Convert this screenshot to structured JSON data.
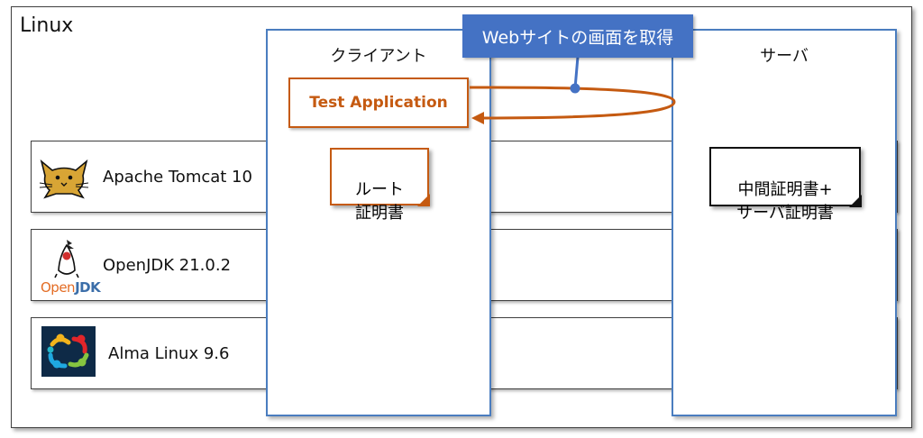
{
  "os": {
    "label": "Linux"
  },
  "layers": [
    {
      "name": "Apache Tomcat 10",
      "icon": "tomcat-cat-icon"
    },
    {
      "name": "OpenJDK 21.0.2",
      "icon": "openjdk-duke-icon",
      "logo_text_a": "Open",
      "logo_text_b": "JDK"
    },
    {
      "name": "Alma Linux 9.6",
      "icon": "almalinux-logo-icon"
    }
  ],
  "client": {
    "title": "クライアント",
    "app": "Test Application",
    "root_cert": "ルート\n証明書"
  },
  "server": {
    "title": "サーバ",
    "certs": "中間証明書+\nサーバ証明書"
  },
  "callout": {
    "text": "Webサイトの画面を取得"
  },
  "colors": {
    "blue": "#4472c4",
    "orange": "#c55a11",
    "panel_border": "#4a7dbf"
  }
}
